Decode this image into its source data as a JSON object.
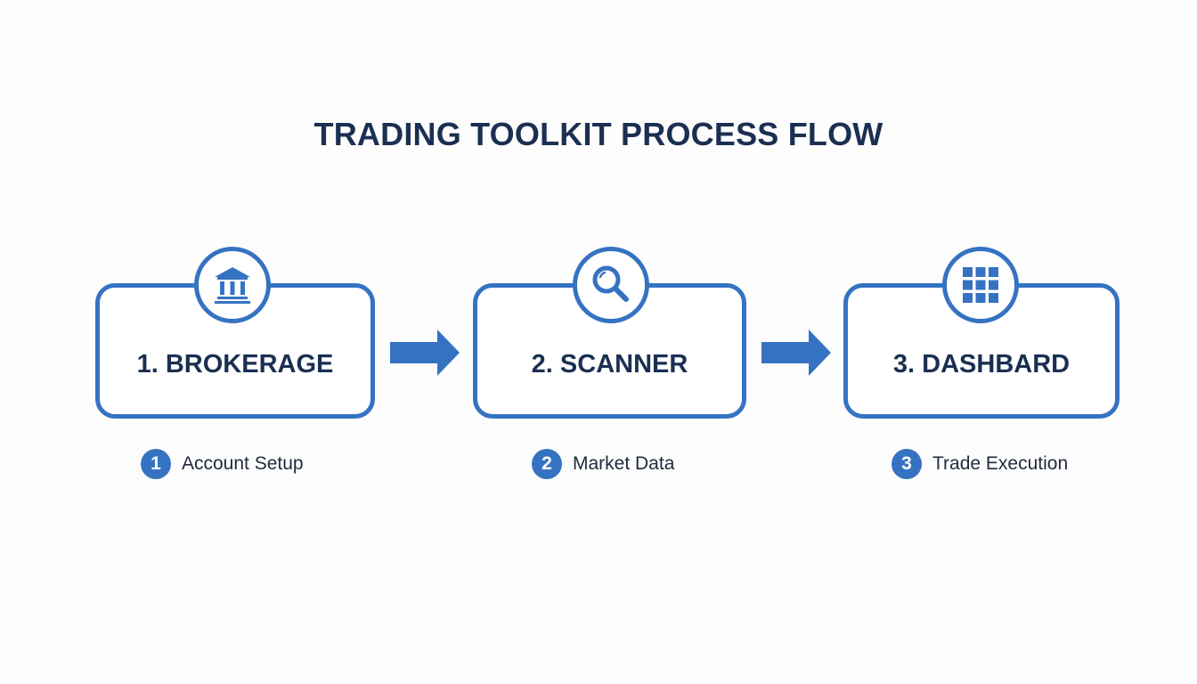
{
  "title": "TRADING TOOLKIT PROCESS FLOW",
  "colors": {
    "accent": "#3573c2",
    "text_dark": "#1b2f52",
    "background": "#fdfdfd"
  },
  "steps": [
    {
      "label": "1. BROKERAGE",
      "icon": "bank-icon",
      "badge": "1",
      "caption": "Account Setup"
    },
    {
      "label": "2. SCANNER",
      "icon": "magnifier-icon",
      "badge": "2",
      "caption": "Market Data"
    },
    {
      "label": "3. DASHBARD",
      "icon": "grid-icon",
      "badge": "3",
      "caption": "Trade Execution"
    }
  ],
  "connectors": [
    {
      "from": "1. BROKERAGE",
      "to": "2. SCANNER",
      "icon": "arrow-right-icon"
    },
    {
      "from": "2. SCANNER",
      "to": "3. DASHBARD",
      "icon": "arrow-right-icon"
    }
  ]
}
